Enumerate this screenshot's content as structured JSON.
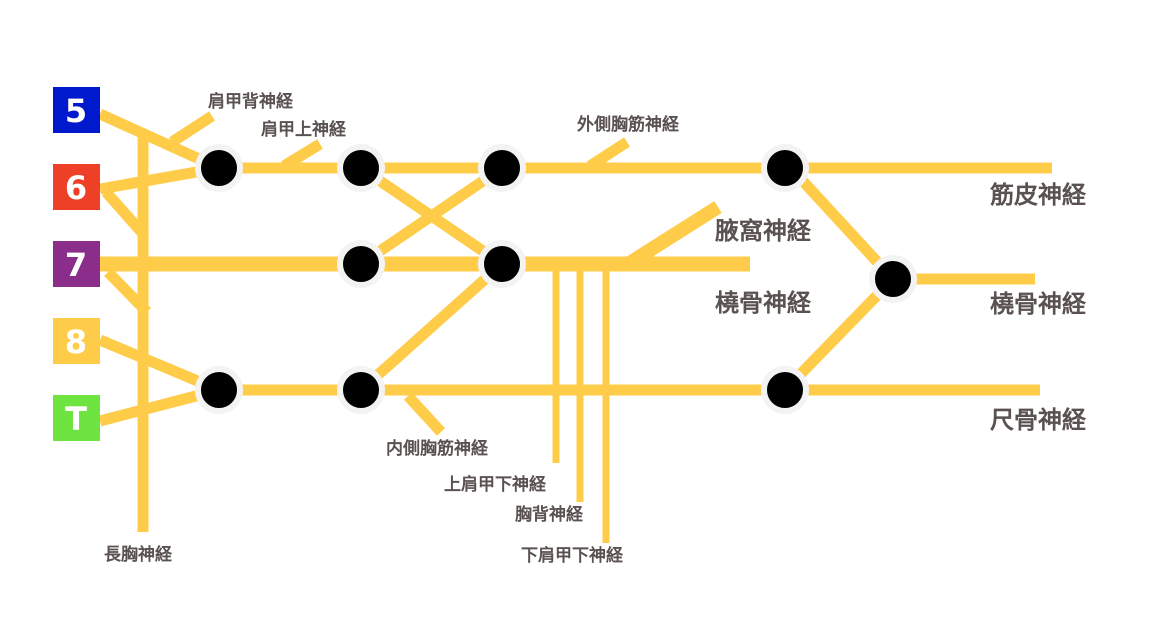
{
  "roots": [
    {
      "label": "5",
      "color": "#0019CC"
    },
    {
      "label": "6",
      "color": "#EE4027"
    },
    {
      "label": "7",
      "color": "#8B2D8B"
    },
    {
      "label": "8",
      "color": "#FFCC4A"
    },
    {
      "label": "T",
      "color": "#6FE340"
    }
  ],
  "line_color": "#FFCC4A",
  "branches": {
    "dorsal_scapular": "肩甲背神経",
    "suprascapular": "肩甲上神経",
    "lateral_pectoral": "外側胸筋神経",
    "axillary": "腋窩神経",
    "radial_mid": "橈骨神経",
    "medial_pectoral": "内側胸筋神経",
    "upper_subscapular": "上肩甲下神経",
    "thoracodorsal": "胸背神経",
    "lower_subscapular": "下肩甲下神経",
    "long_thoracic": "長胸神経"
  },
  "terminals": {
    "musculocutaneous": "筋皮神経",
    "radial": "橈骨神経",
    "ulnar": "尺骨神経"
  }
}
